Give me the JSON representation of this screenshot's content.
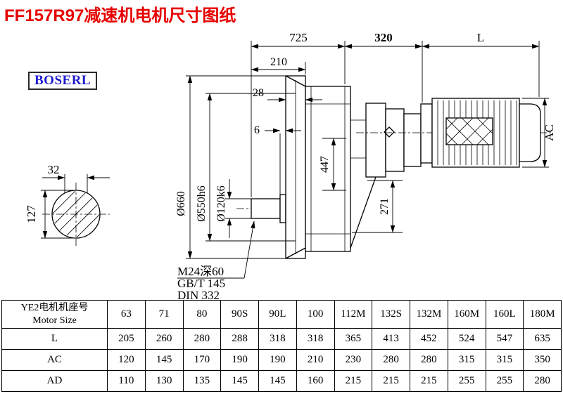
{
  "page": {
    "title": "FF157R97减速机电机尺寸图纸",
    "brand": "BOSERL"
  },
  "drawing": {
    "dim_725": "725",
    "dim_320": "320",
    "dim_L": "L",
    "dim_210": "210",
    "dim_28": "28",
    "dim_6": "6",
    "dim_AC": "AC",
    "dim_32": "32",
    "dim_127": "127",
    "dia_660": "Ø660",
    "dia_550": "Ø550h6",
    "dia_120": "Ø120k6",
    "dim_447": "447",
    "dim_271": "271",
    "thread_note_1": "M24深60",
    "thread_note_2": "GB/T 145",
    "thread_note_3": "DIN 332"
  },
  "table": {
    "row_header_line1": "YE2电机机座号",
    "row_header_line2": "Motor Size",
    "columns": [
      "63",
      "71",
      "80",
      "90S",
      "90L",
      "100",
      "112M",
      "132S",
      "132M",
      "160M",
      "160L",
      "180M"
    ],
    "rows": [
      {
        "label": "L",
        "values": [
          "205",
          "260",
          "280",
          "288",
          "318",
          "318",
          "365",
          "413",
          "452",
          "524",
          "547",
          "635"
        ]
      },
      {
        "label": "AC",
        "values": [
          "120",
          "145",
          "170",
          "190",
          "190",
          "210",
          "230",
          "280",
          "280",
          "315",
          "315",
          "350"
        ]
      },
      {
        "label": "AD",
        "values": [
          "110",
          "130",
          "135",
          "145",
          "145",
          "160",
          "215",
          "215",
          "215",
          "255",
          "255",
          "280"
        ]
      }
    ]
  }
}
